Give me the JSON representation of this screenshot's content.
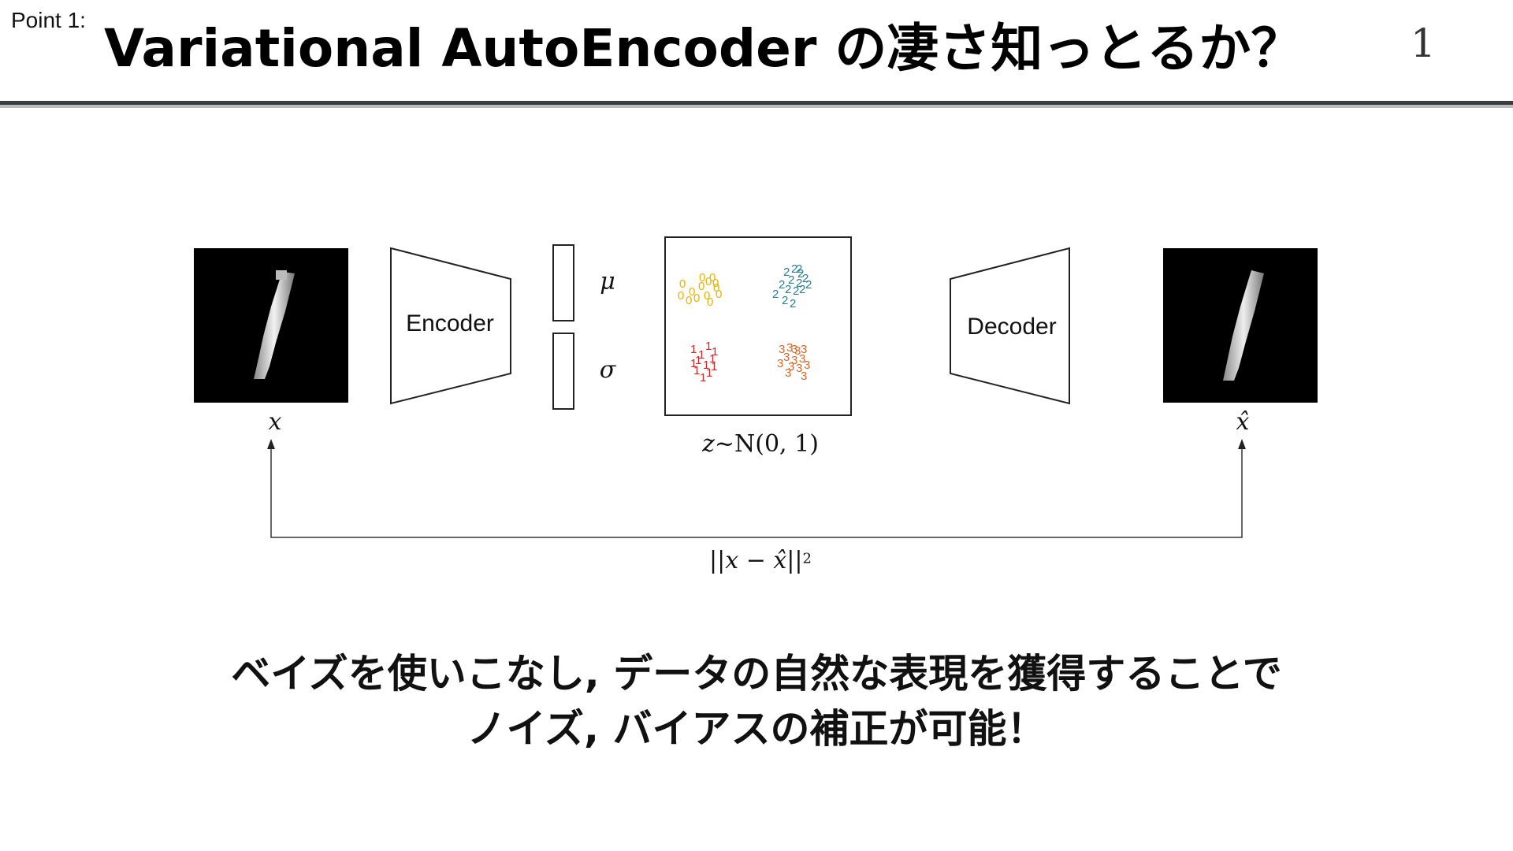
{
  "header": {
    "point_label": "Point 1:",
    "title": "Variational AutoEncoder の凄さ知っとるか？",
    "page_number": "1"
  },
  "diagram": {
    "input_label": "x",
    "encoder_label": "Encoder",
    "mu_label": "μ",
    "sigma_label": "σ",
    "latent_label_z": "z",
    "latent_label_dist": "~N(0, 1)",
    "decoder_label": "Decoder",
    "output_label": "x̂",
    "loss_label": "||x  −  x̂||",
    "loss_exponent": "2",
    "cluster_colors": {
      "0": "#e5b400",
      "1": "#d62424",
      "2": "#2f7d8e",
      "3": "#d2692a"
    },
    "input_image_icon": "handwritten-digit-one",
    "output_image_icon": "handwritten-digit-one"
  },
  "conclusion": {
    "line1": "ベイズを使いこなし, データの自然な表現を獲得することで",
    "line2": "ノイズ, バイアスの補正が可能！"
  }
}
